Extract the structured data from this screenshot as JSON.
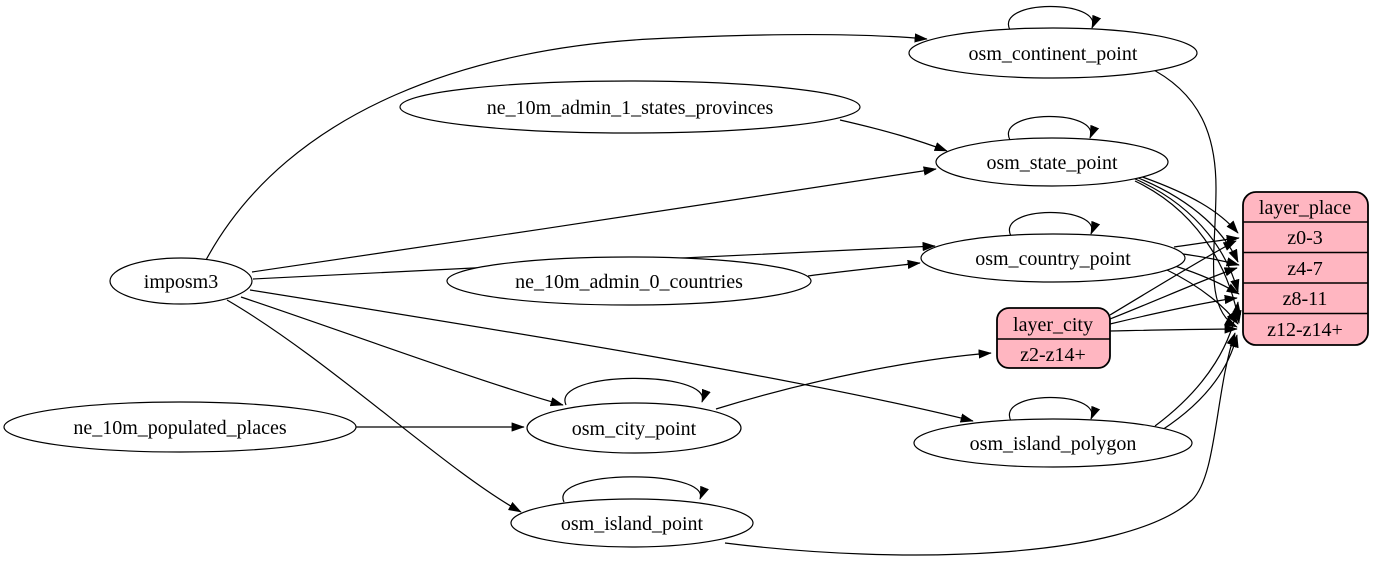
{
  "diagram": {
    "kind": "etl-graph",
    "colors": {
      "background": "#ffffff",
      "edge": "#000000",
      "table_fill": "#ffffff",
      "table_stroke": "#000000",
      "layer_fill": "#ffb6c1",
      "text": "#000000"
    }
  },
  "nodes": {
    "imposm3": {
      "label": "imposm3"
    },
    "ne_10m_admin_1_states_provinces": {
      "label": "ne_10m_admin_1_states_provinces"
    },
    "ne_10m_admin_0_countries": {
      "label": "ne_10m_admin_0_countries"
    },
    "ne_10m_populated_places": {
      "label": "ne_10m_populated_places"
    },
    "osm_continent_point": {
      "label": "osm_continent_point"
    },
    "osm_state_point": {
      "label": "osm_state_point"
    },
    "osm_country_point": {
      "label": "osm_country_point"
    },
    "osm_city_point": {
      "label": "osm_city_point"
    },
    "osm_island_polygon": {
      "label": "osm_island_polygon"
    },
    "osm_island_point": {
      "label": "osm_island_point"
    }
  },
  "records": {
    "layer_city": {
      "title": "layer_city",
      "rows": [
        "z2-z14+"
      ]
    },
    "layer_place": {
      "title": "layer_place",
      "rows": [
        "z0-3",
        "z4-7",
        "z8-11",
        "z12-z14+"
      ]
    }
  },
  "edges": {
    "imports": [
      {
        "from": "imposm3",
        "to": "osm_continent_point"
      },
      {
        "from": "imposm3",
        "to": "osm_state_point"
      },
      {
        "from": "imposm3",
        "to": "osm_country_point"
      },
      {
        "from": "imposm3",
        "to": "osm_city_point"
      },
      {
        "from": "imposm3",
        "to": "osm_island_polygon"
      },
      {
        "from": "imposm3",
        "to": "osm_island_point"
      },
      {
        "from": "ne_10m_admin_1_states_provinces",
        "to": "osm_state_point"
      },
      {
        "from": "ne_10m_admin_0_countries",
        "to": "osm_country_point"
      },
      {
        "from": "ne_10m_populated_places",
        "to": "osm_city_point"
      }
    ],
    "self_loops": [
      "osm_continent_point",
      "osm_state_point",
      "osm_country_point",
      "osm_city_point",
      "osm_island_polygon",
      "osm_island_point"
    ],
    "to_layers": [
      {
        "from": "osm_city_point",
        "to": "layer_city",
        "row": "z2-z14+"
      },
      {
        "from": "layer_city",
        "to": "layer_place",
        "row": "z0-3"
      },
      {
        "from": "layer_city",
        "to": "layer_place",
        "row": "z4-7"
      },
      {
        "from": "layer_city",
        "to": "layer_place",
        "row": "z8-11"
      },
      {
        "from": "layer_city",
        "to": "layer_place",
        "row": "z12-z14+"
      },
      {
        "from": "osm_state_point",
        "to": "layer_place",
        "row": "z0-3"
      },
      {
        "from": "osm_state_point",
        "to": "layer_place",
        "row": "z4-7"
      },
      {
        "from": "osm_state_point",
        "to": "layer_place",
        "row": "z8-11"
      },
      {
        "from": "osm_state_point",
        "to": "layer_place",
        "row": "z12-z14+"
      },
      {
        "from": "osm_country_point",
        "to": "layer_place",
        "row": "z0-3"
      },
      {
        "from": "osm_country_point",
        "to": "layer_place",
        "row": "z4-7"
      },
      {
        "from": "osm_country_point",
        "to": "layer_place",
        "row": "z8-11"
      },
      {
        "from": "osm_country_point",
        "to": "layer_place",
        "row": "z12-z14+"
      },
      {
        "from": "osm_continent_point",
        "to": "layer_place",
        "row": "z12-z14+"
      },
      {
        "from": "osm_island_polygon",
        "to": "layer_place",
        "row": "z8-11"
      },
      {
        "from": "osm_island_polygon",
        "to": "layer_place",
        "row": "z12-z14+"
      },
      {
        "from": "osm_island_point",
        "to": "layer_place",
        "row": "z12-z14+"
      }
    ]
  }
}
